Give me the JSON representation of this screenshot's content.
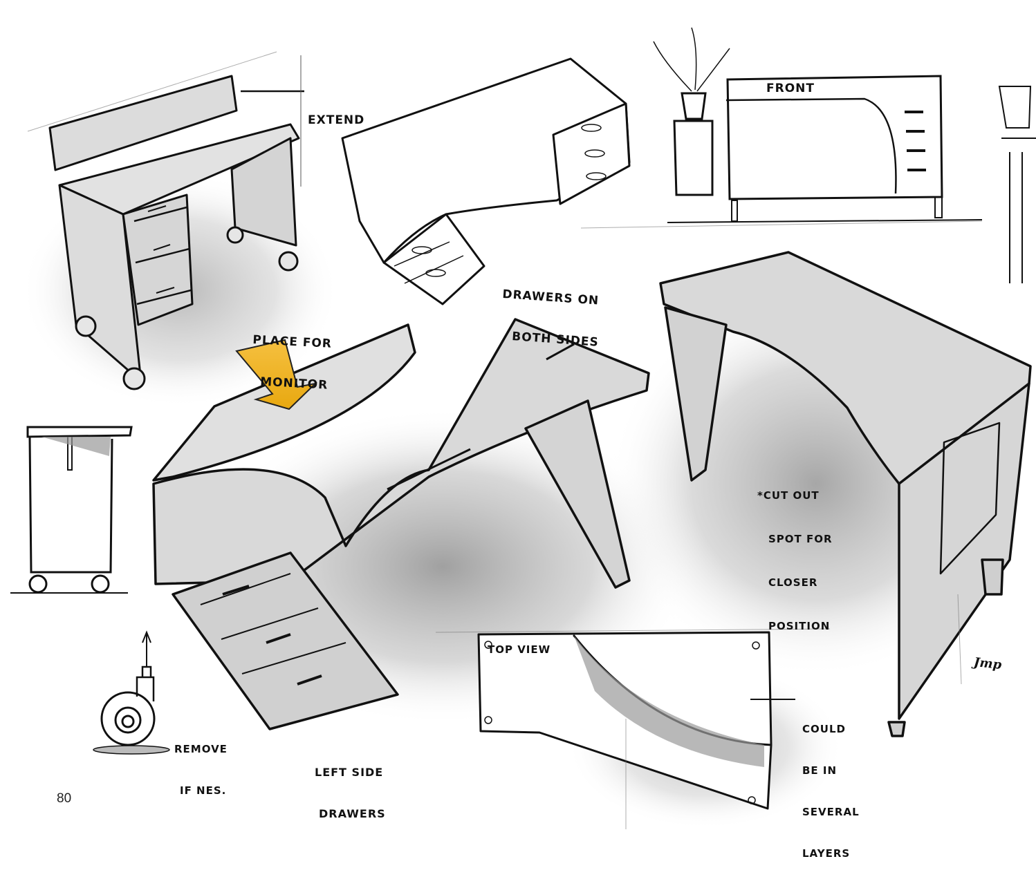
{
  "page": {
    "number": "80",
    "colors": {
      "paper": "#ffffff",
      "ink": "#111111",
      "desk_fill": "#d9d9d9",
      "shadow": "#8c8c8c",
      "accent_arrow": "#f0b020"
    }
  },
  "sketches": [
    {
      "id": "mobile-desk-perspective",
      "label": "Mobile desk with extendable back panel and 3-drawer pedestal on casters"
    },
    {
      "id": "curved-desk-drawers-both-sides",
      "label": "Curved desk with drawers on both sides"
    },
    {
      "id": "front-elevation",
      "label": "Front elevation with plant stand"
    },
    {
      "id": "main-desk-perspective",
      "label": "Desk with raised monitor shelf and left side drawers"
    },
    {
      "id": "cutout-desk-perspective",
      "label": "Desk with cut out spot"
    },
    {
      "id": "side-elevation",
      "label": "Side elevation on casters"
    },
    {
      "id": "caster-detail",
      "label": "Removable caster detail"
    },
    {
      "id": "top-view",
      "label": "Top view of desktop"
    }
  ],
  "annotations": {
    "extend": [
      "EXTEND"
    ],
    "drawers_both_sides": [
      "DRAWERS ON",
      "BOTH SIDES"
    ],
    "front": [
      "FRONT"
    ],
    "place_for_monitor": [
      "PLACE FOR",
      "MONITOR"
    ],
    "cut_out": [
      "*CUT OUT",
      "SPOT FOR",
      "CLOSER",
      "POSITION"
    ],
    "remove": [
      "REMOVE",
      "IF NES."
    ],
    "left_side_drawers": [
      "LEFT SIDE",
      "DRAWERS"
    ],
    "top_view": [
      "TOP VIEW"
    ],
    "could_be": [
      "COULD",
      "BE IN",
      "SEVERAL",
      "LAYERS"
    ]
  },
  "signature": "Jmp"
}
